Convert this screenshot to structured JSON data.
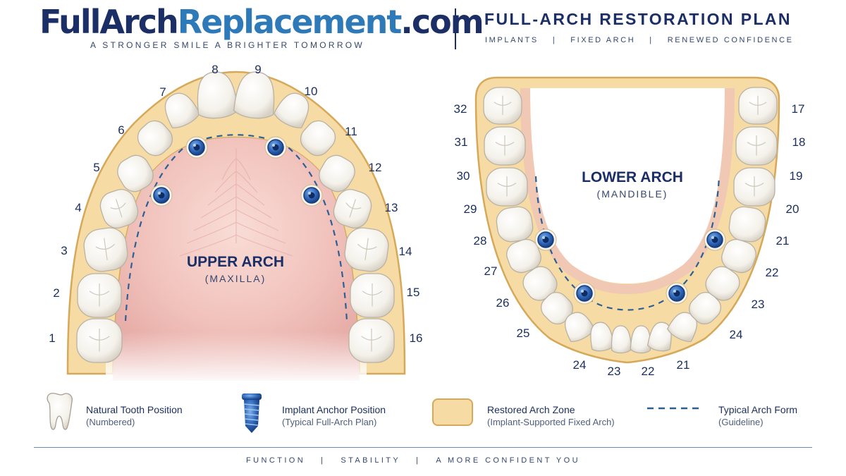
{
  "header": {
    "logo_part1": "FullArch",
    "logo_part2": "Replacement",
    "logo_part3": ".com",
    "tagline": "A STRONGER SMILE A BRIGHTER TOMORROW",
    "plan_title": "FULL-ARCH RESTORATION PLAN",
    "plan_sub": [
      "IMPLANTS",
      "FIXED ARCH",
      "RENEWED CONFIDENCE"
    ],
    "separator": "|"
  },
  "upper_arch": {
    "title": "UPPER ARCH",
    "subtitle": "(MAXILLA)",
    "teeth": [
      "1",
      "2",
      "3",
      "4",
      "5",
      "6",
      "7",
      "8",
      "9",
      "10",
      "11",
      "12",
      "13",
      "14",
      "15",
      "16"
    ]
  },
  "lower_arch": {
    "title": "LOWER ARCH",
    "subtitle": "(MANDIBLE)",
    "teeth": [
      "32",
      "31",
      "30",
      "29",
      "28",
      "27",
      "26",
      "25",
      "24",
      "23",
      "22",
      "21",
      "17",
      "18",
      "19",
      "20",
      "21",
      "22",
      "23",
      "24"
    ]
  },
  "legend": [
    {
      "title": "Natural Tooth Position",
      "desc": "(Numbered)",
      "icon": "tooth-icon"
    },
    {
      "title": "Implant Anchor Position",
      "desc": "(Typical Full-Arch Plan)",
      "icon": "implant-screw-icon"
    },
    {
      "title": "Restored Arch Zone",
      "desc": "(Implant-Supported Fixed Arch)",
      "icon": "arch-zone-swatch"
    },
    {
      "title": "Typical Arch Form",
      "desc": "(Guideline)",
      "icon": "dashed-line-icon"
    }
  ],
  "footer": [
    "FUNCTION",
    "STABILITY",
    "A MORE CONFIDENT YOU"
  ],
  "colors": {
    "navy": "#1b2e66",
    "accent_blue": "#2e79b8",
    "arch_zone": "#f6dca4",
    "arch_border": "#d6a85a",
    "gum": "#f0c1bd",
    "implant": "#2f66b8"
  }
}
